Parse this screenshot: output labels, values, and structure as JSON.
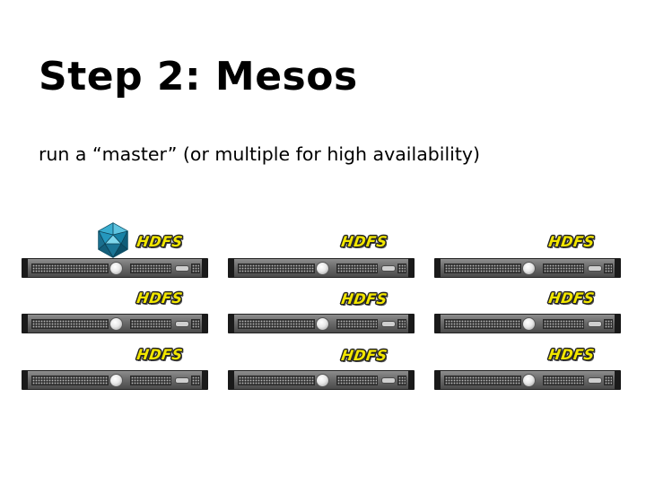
{
  "slide": {
    "title": "Step 2: Mesos",
    "subtitle": "run a “master” (or multiple for high availability)"
  },
  "cluster": {
    "server_label": "HDFS",
    "master_logo": "mesos-logo",
    "rows": 3,
    "columns": 3,
    "colors": {
      "label_fill": "#f2e600",
      "logo": "#1e8fb0"
    }
  }
}
